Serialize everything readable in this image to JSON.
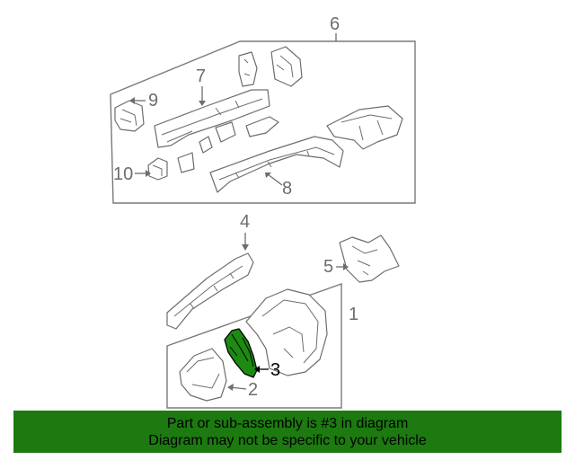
{
  "callouts": {
    "c1": "1",
    "c2": "2",
    "c3": "3",
    "c4": "4",
    "c5": "5",
    "c6": "6",
    "c7": "7",
    "c8": "8",
    "c9": "9",
    "c10": "10"
  },
  "highlight_part": "3",
  "colors": {
    "highlight_fill": "#1d8a12",
    "banner_bg": "#1c7a10",
    "line_gray": "#6d6d6d"
  },
  "banner": {
    "line1": "Part or sub-assembly is #3 in diagram",
    "line2": "Diagram may not be specific to your vehicle"
  }
}
